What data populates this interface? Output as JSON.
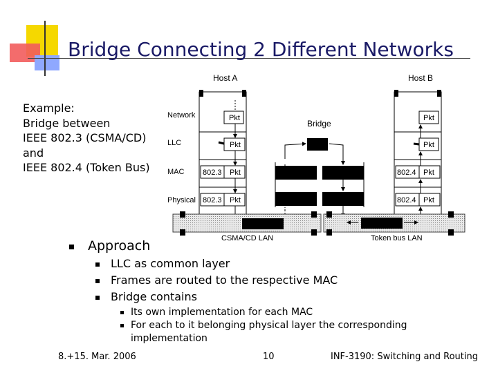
{
  "slide": {
    "title": "Bridge Connecting 2 Different Networks",
    "example_text": "Example:\nBridge between\nIEEE 802.3 (CSMA/CD)\nand\nIEEE 802.4 (Token Bus)",
    "approach": {
      "label": "Approach",
      "items": [
        {
          "text": "LLC as common layer"
        },
        {
          "text": "Frames are routed to the respective MAC"
        },
        {
          "text": "Bridge contains",
          "subitems": [
            "Its own implementation for each MAC",
            "For each to it belonging physical layer the corresponding implementation"
          ]
        }
      ]
    },
    "footer": {
      "date": "8.+15. Mar. 2006",
      "page": "10",
      "course": "INF-3190: Switching and Routing"
    }
  },
  "diagram": {
    "host_a": "Host A",
    "host_b": "Host B",
    "bridge": "Bridge",
    "layers": [
      "Network",
      "LLC",
      "MAC",
      "Physical"
    ],
    "pkt": "Pkt",
    "mac_a": "802.3",
    "mac_b": "802.4",
    "lan_a": "CSMA/CD LAN",
    "lan_b": "Token bus LAN"
  },
  "colors": {
    "title": "#1a1a66",
    "deco_yellow": "#f5d800",
    "deco_red": "#f25c5c",
    "deco_blue": "#8fa8ff",
    "lan_fill": "#dedede"
  }
}
